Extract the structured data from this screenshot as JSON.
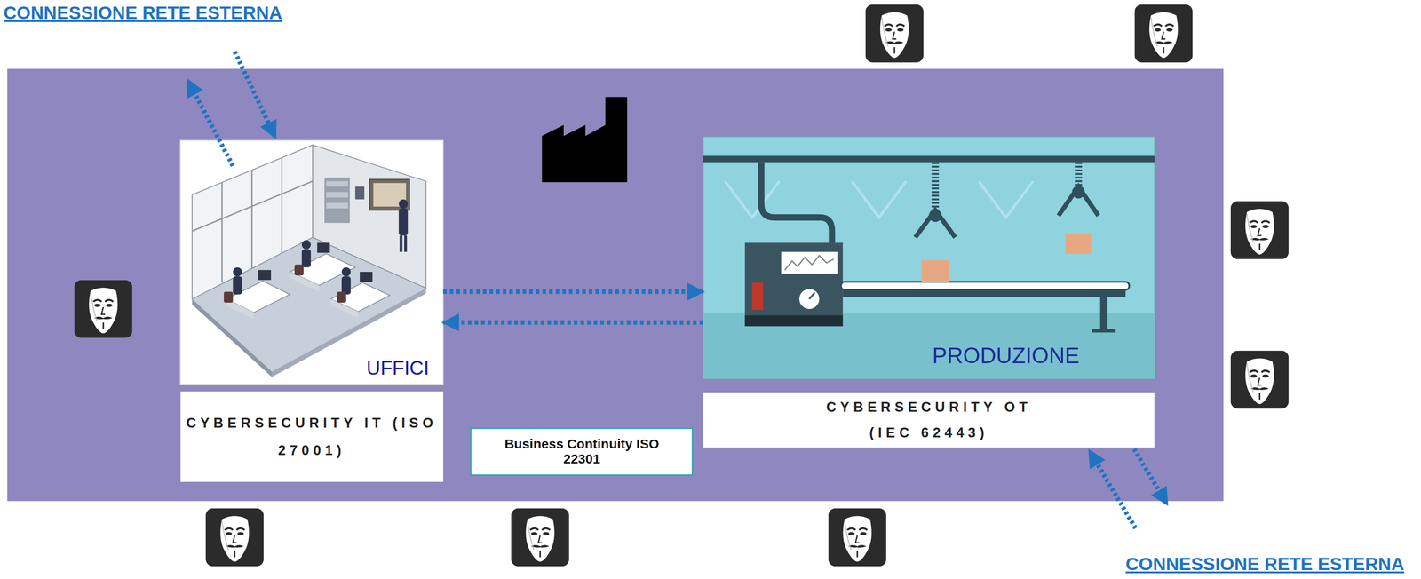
{
  "diagram": {
    "nodes": [
      {
        "text": [
          "UFFICI"
        ]
      },
      {
        "text": [
          "CYBERSECURITY IT (ISO 27001)"
        ]
      },
      {
        "text": [
          "PRODUZIONE"
        ]
      },
      {
        "text": [
          "CYBERSECURITY OT (IEC 62443)"
        ]
      },
      {
        "text": [
          "Business Continuity ISO 22301"
        ]
      }
    ],
    "edges": [
      {
        "from": 0,
        "to": 2,
        "arrow": "to"
      },
      {
        "from": 2,
        "to": 0,
        "arrow": "to"
      }
    ],
    "labels": [
      "CONNESSIONE RETE ESTERNA",
      "CONNESSIONE RETE ESTERNA"
    ]
  }
}
